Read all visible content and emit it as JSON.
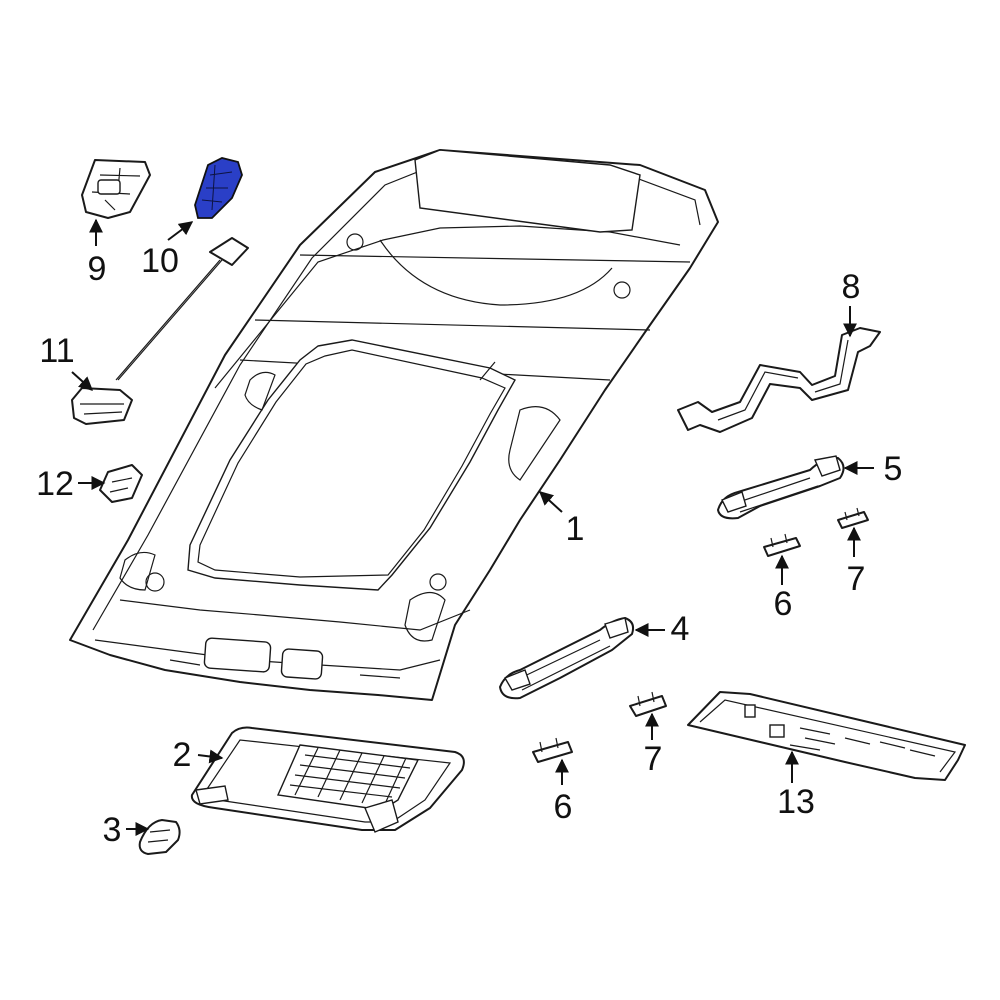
{
  "diagram": {
    "highlight_color": "#2a3fc7",
    "callouts": [
      {
        "id": "c1",
        "label": "1"
      },
      {
        "id": "c2",
        "label": "2"
      },
      {
        "id": "c3",
        "label": "3"
      },
      {
        "id": "c4",
        "label": "4"
      },
      {
        "id": "c5",
        "label": "5"
      },
      {
        "id": "c6a",
        "label": "6"
      },
      {
        "id": "c6b",
        "label": "6"
      },
      {
        "id": "c7a",
        "label": "7"
      },
      {
        "id": "c7b",
        "label": "7"
      },
      {
        "id": "c8",
        "label": "8"
      },
      {
        "id": "c9",
        "label": "9"
      },
      {
        "id": "c10",
        "label": "10"
      },
      {
        "id": "c11",
        "label": "11"
      },
      {
        "id": "c12",
        "label": "12"
      },
      {
        "id": "c13",
        "label": "13"
      }
    ]
  }
}
